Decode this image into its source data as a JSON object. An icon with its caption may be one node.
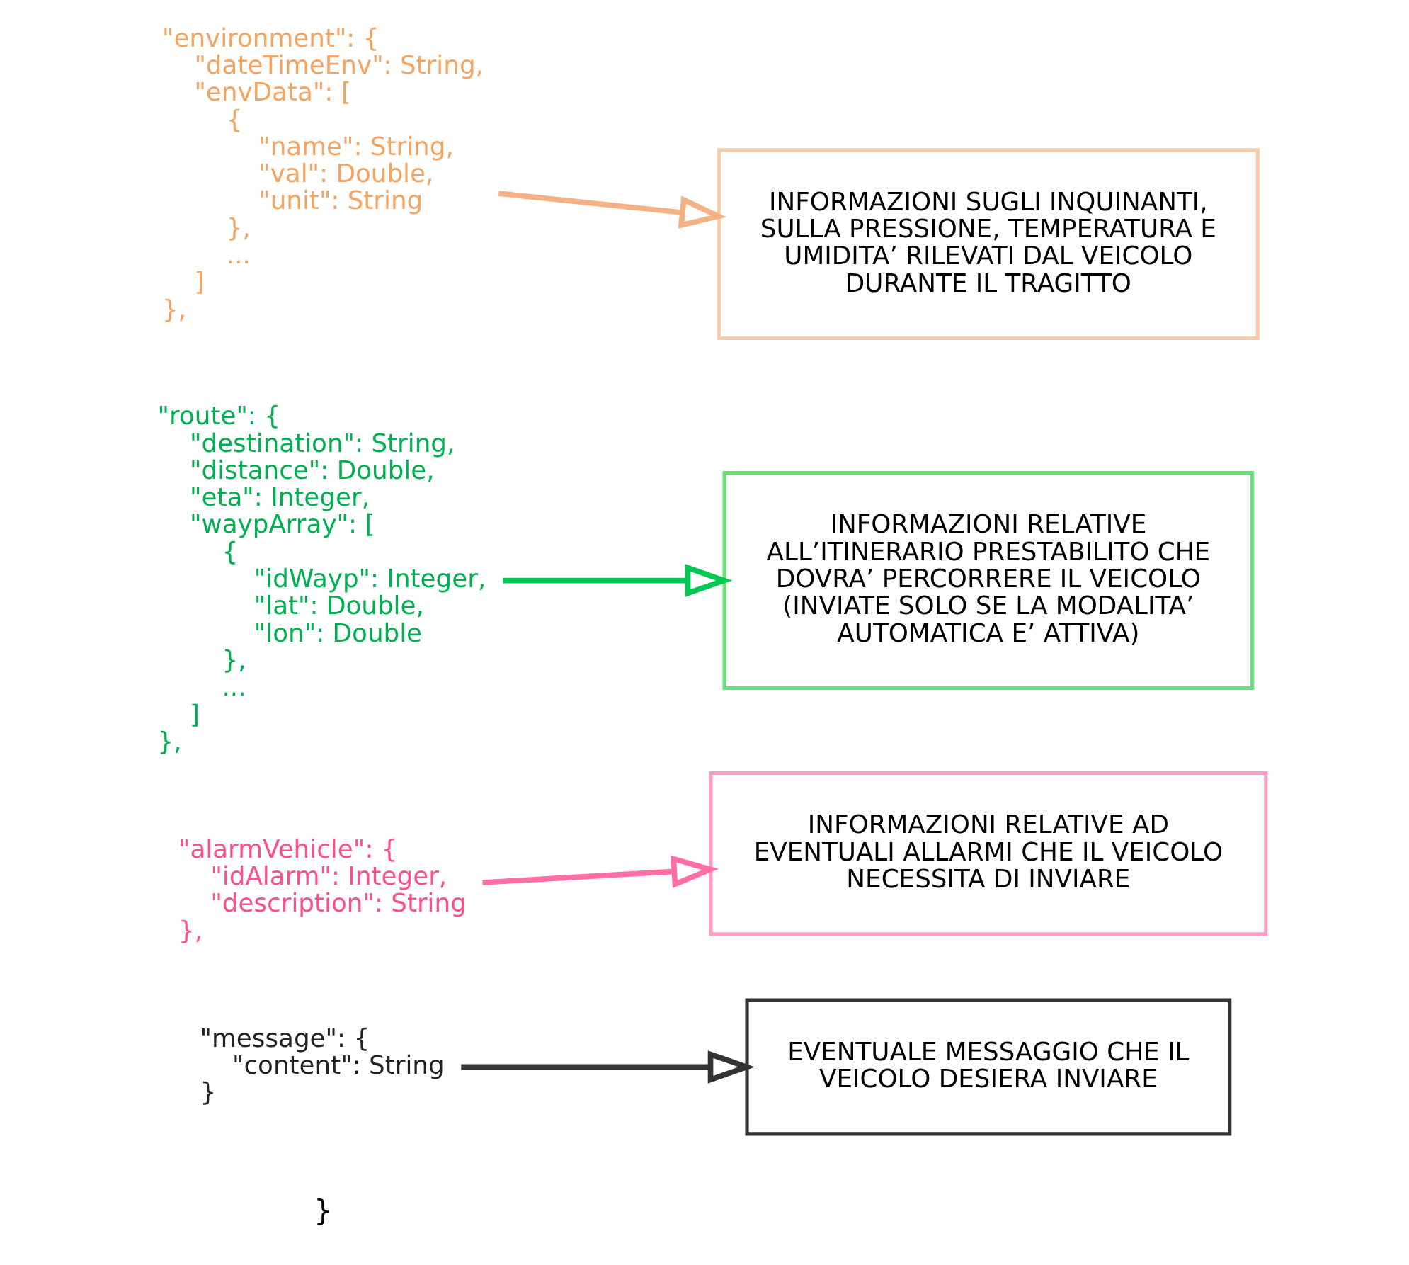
{
  "diagram": {
    "nodes": [
      {
        "text": [
          "\"environment\": {",
          "\"dateTimeEnv\": String,",
          "\"envData\": [",
          "{",
          "\"name\": String,",
          "\"val\": Double,",
          "\"unit\": String",
          "},",
          "...",
          "]",
          "},"
        ]
      },
      {
        "text": [
          "\"route\": {",
          "\"destination\": String,",
          "\"distance\": Double,",
          "\"eta\": Integer,",
          "\"waypArray\": [",
          "{",
          "\"idWayp\": Integer,",
          "\"lat\": Double,",
          "\"lon\": Double",
          "},",
          "...",
          "]",
          "},"
        ]
      },
      {
        "text": [
          "\"alarmVehicle\": {",
          "\"idAlarm\": Integer,",
          "\"description\": String",
          "},"
        ]
      },
      {
        "text": [
          "\"message\": {",
          "\"content\": String",
          "}"
        ]
      },
      {
        "text": [
          "INFORMAZIONI SUGLI INQUINANTI, SULLA PRESSIONE, TEMPERATURA E UMIDITA’ RILEVATI DAL VEICOLO DURANTE IL TRAGITTO"
        ]
      },
      {
        "text": [
          "INFORMAZIONI RELATIVE ALL’ITINERARIO PRESTABILITO CHE DOVRA’ PERCORRERE IL VEICOLO (INVIATE SOLO SE LA MODALITA’ AUTOMATICA E’ ATTIVA)"
        ]
      },
      {
        "text": [
          "INFORMAZIONI RELATIVE AD EVENTUALI ALLARMI CHE IL VEICOLO NECESSITA DI INVIARE"
        ]
      },
      {
        "text": [
          "EVENTUALE MESSAGGIO CHE IL VEICOLO DESIERA INVIARE"
        ]
      }
    ],
    "edges": [
      {
        "from": 0,
        "to": 4,
        "arrow": "to",
        "color": "#f4b183"
      },
      {
        "from": 1,
        "to": 5,
        "arrow": "to",
        "color": "#00c853"
      },
      {
        "from": 2,
        "to": 6,
        "arrow": "to",
        "color": "#ff6fa5"
      },
      {
        "from": 3,
        "to": 7,
        "arrow": "to",
        "color": "#333333"
      }
    ],
    "labels": [
      "}"
    ]
  }
}
